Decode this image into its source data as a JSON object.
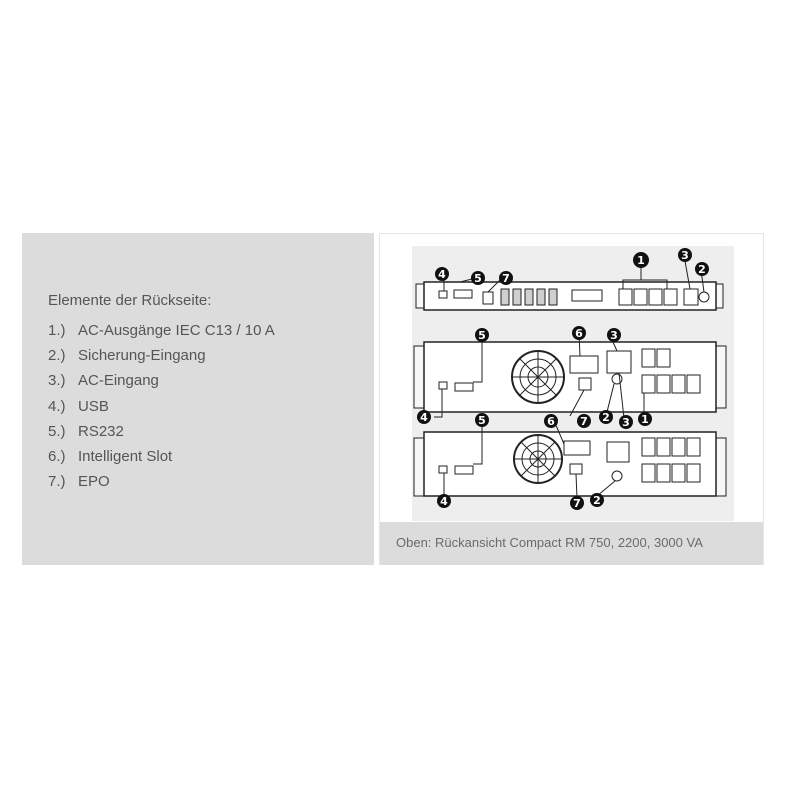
{
  "left": {
    "heading": "Elemente der Rückseite:",
    "items": [
      {
        "num": "1.)",
        "label": "AC-Ausgänge IEC C13 / 10 A"
      },
      {
        "num": "2.)",
        "label": "Sicherung-Eingang"
      },
      {
        "num": "3.)",
        "label": "AC-Eingang"
      },
      {
        "num": "4.)",
        "label": "USB"
      },
      {
        "num": "5.)",
        "label": "RS232"
      },
      {
        "num": "6.)",
        "label": "Intelligent Slot"
      },
      {
        "num": "7.)",
        "label": "EPO"
      }
    ]
  },
  "figure": {
    "caption": "Oben: Rückansicht Compact RM 750, 2200, 3000 VA",
    "callouts": {
      "n1": "1",
      "n2": "2",
      "n3": "3",
      "n4": "4",
      "n5": "5",
      "n6": "6",
      "n7": "7"
    }
  }
}
